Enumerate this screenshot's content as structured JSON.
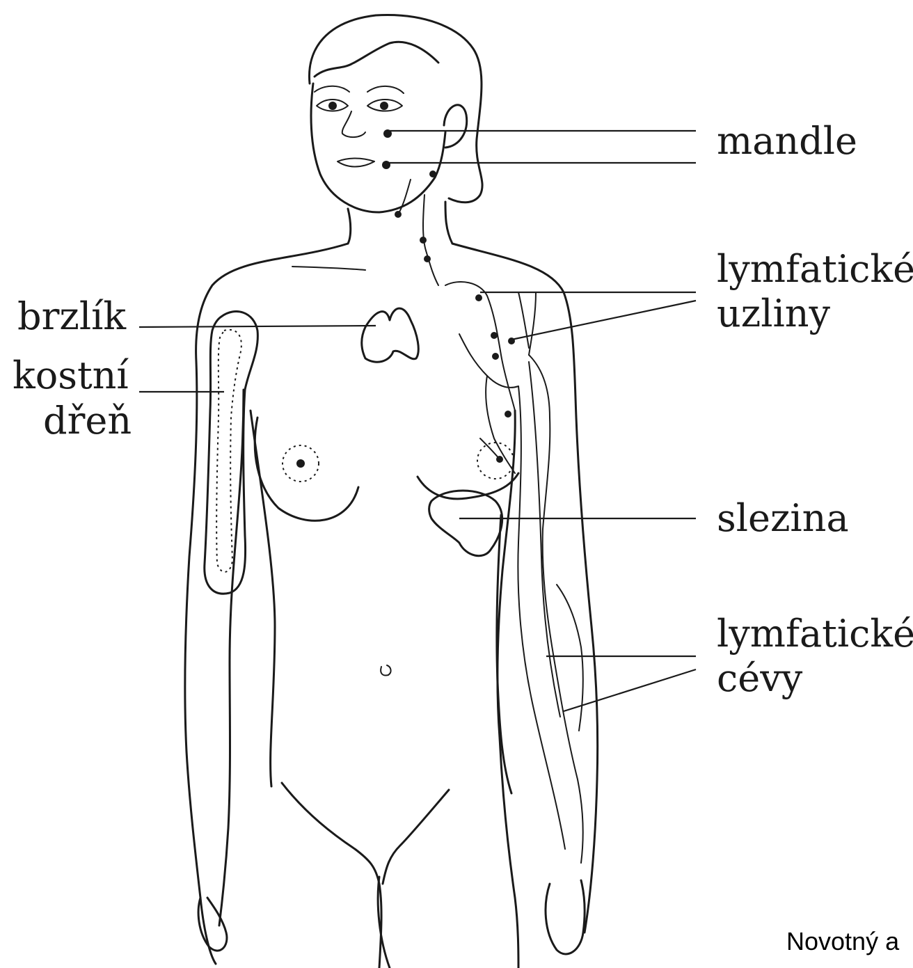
{
  "labels": {
    "mandle": "mandle",
    "lymph_nodes_line1": "lymfatické",
    "lymph_nodes_line2": "uzliny",
    "thymus": "brzlík",
    "bone_marrow_line1": "kostní",
    "bone_marrow_line2": "dřeň",
    "spleen": "slezina",
    "lymph_vessels_line1": "lymfatické",
    "lymph_vessels_line2": "cévy"
  },
  "credit": "Novotný a",
  "colors": {
    "ink": "#1a1a1a",
    "background": "#ffffff"
  }
}
